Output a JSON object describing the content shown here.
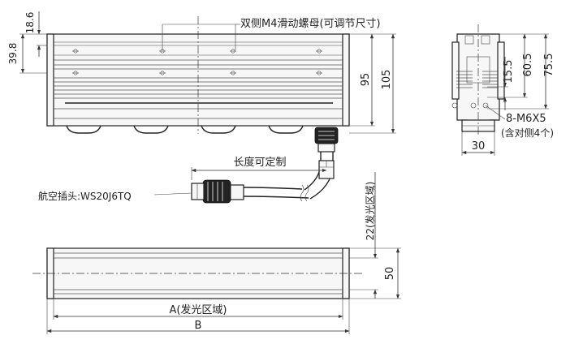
{
  "diagram": {
    "top_annotation": "双侧M4滑动螺母(可调节尺寸)",
    "dim_18_6": "18.6",
    "dim_39_8": "39.8",
    "dim_95": "95",
    "dim_105": "105",
    "dim_15_5": "15.5",
    "dim_60_5": "60.5",
    "dim_75_5": "75.5",
    "screw_spec": "8-M6X5",
    "screw_note": "(含对侧4个)",
    "dim_30": "30",
    "cable_length": "长度可定制",
    "connector_label": "航空插头:WS20J6TQ",
    "dim_22": "22(发光区域)",
    "dim_50": "50",
    "dim_A": "A(发光区域)",
    "dim_B": "B"
  },
  "colors": {
    "line": "#222222",
    "body_fill": "#f7f7f7",
    "background": "#ffffff"
  }
}
